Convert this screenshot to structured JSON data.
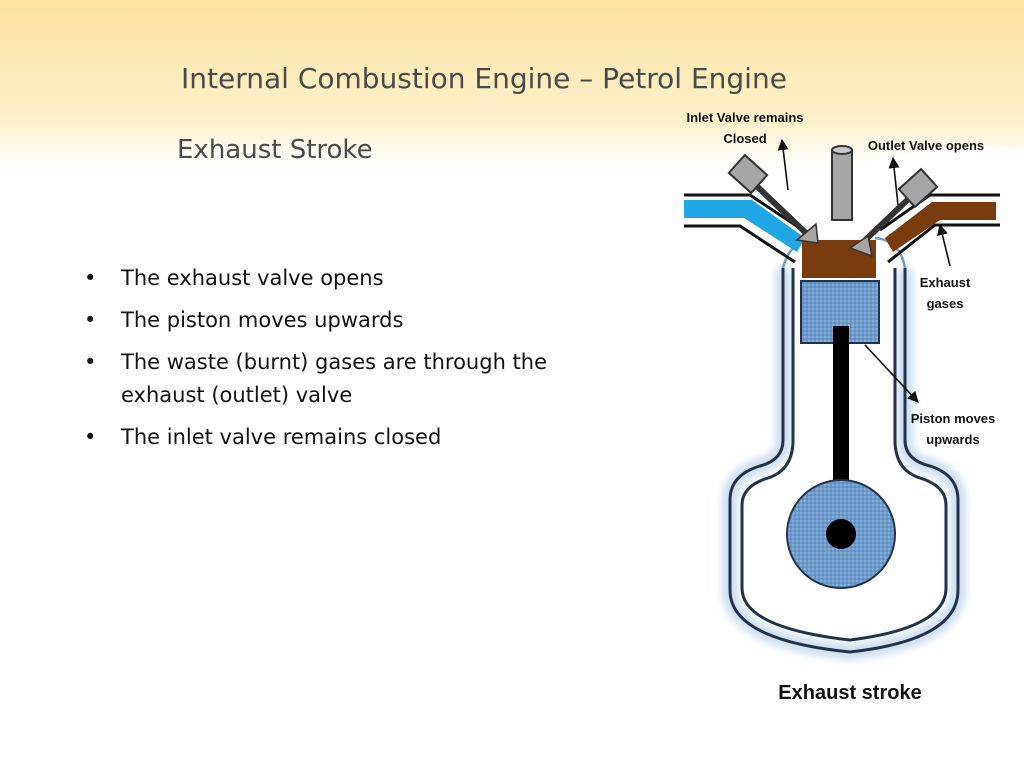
{
  "slide": {
    "title": "Internal Combustion Engine – Petrol Engine",
    "subtitle": "Exhaust Stroke",
    "bullets": [
      "The exhaust valve opens",
      "The piston moves upwards",
      "The waste (burnt) gases are through the exhaust (outlet) valve",
      "The inlet valve remains closed"
    ],
    "bullet_char": "•"
  },
  "diagram": {
    "labels": {
      "inlet_valve": "Inlet Valve remains\nClosed",
      "outlet_valve": "Outlet Valve opens",
      "exhaust_gases": "Exhaust\ngases",
      "piston": "Piston moves\nupwards"
    },
    "caption": "Exhaust stroke",
    "colors": {
      "inlet_flow": "#1ea7e4",
      "exhaust_gas": "#7a3b0d",
      "piston_fill": "#6d9ccc",
      "cylinder_glow": "#c6d9f0",
      "banner": "#fbe39e",
      "valve": "#a6a6a6"
    }
  }
}
